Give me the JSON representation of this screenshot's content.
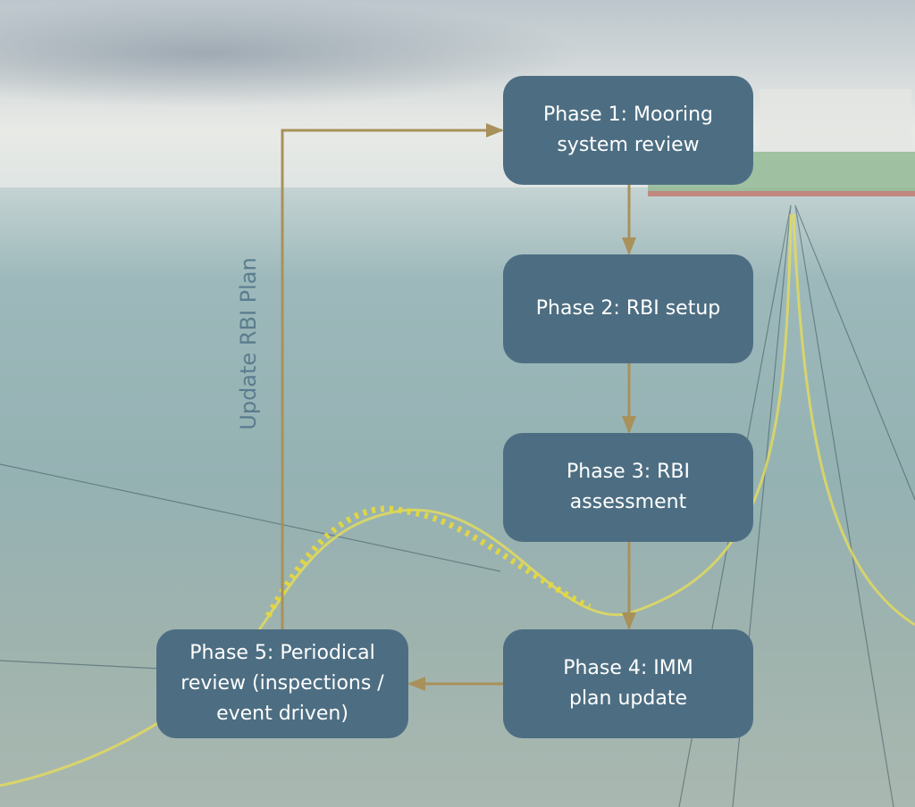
{
  "phases": [
    {
      "label": "Phase 1: Mooring system review"
    },
    {
      "label": "Phase 2: RBI setup"
    },
    {
      "label": "Phase 3: RBI assessment"
    },
    {
      "label": "Phase 4: IMM plan update"
    },
    {
      "label": "Phase 5: Periodical review (inspections / event driven)"
    }
  ],
  "loop_label": "Update RBI Plan",
  "colors": {
    "box": "#4d6e82",
    "arrow": "#a8915a",
    "text": "#ffffff"
  }
}
